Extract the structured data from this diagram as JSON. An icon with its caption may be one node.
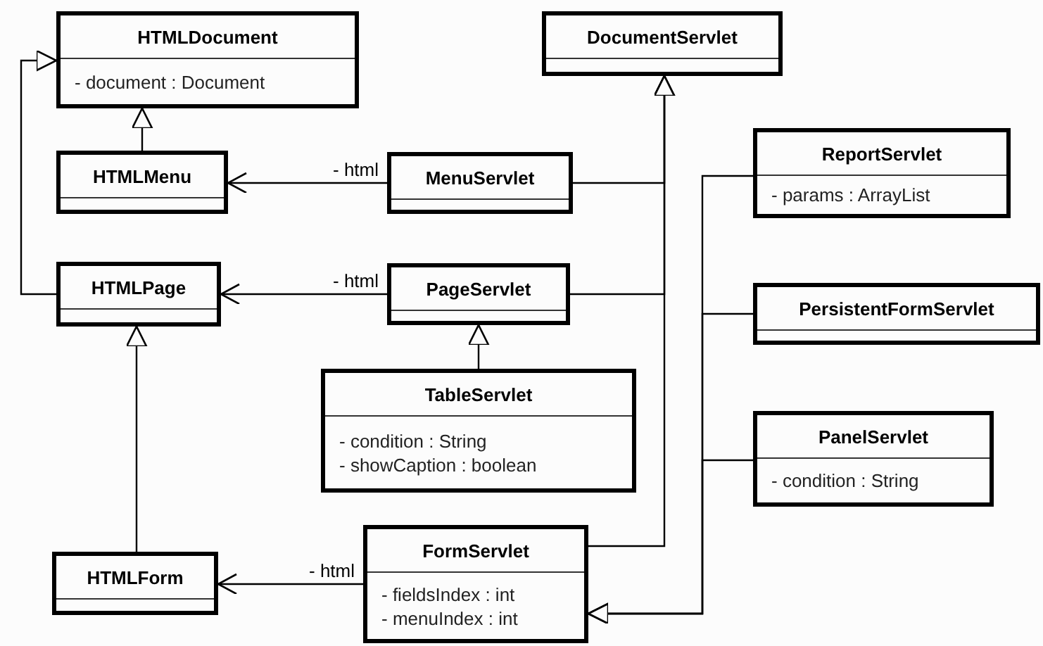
{
  "diagram": {
    "nodes": [
      {
        "text": [
          "HTMLDocument",
          "- document : Document"
        ]
      },
      {
        "text": [
          "DocumentServlet"
        ]
      },
      {
        "text": [
          "HTMLMenu"
        ]
      },
      {
        "text": [
          "MenuServlet"
        ]
      },
      {
        "text": [
          "ReportServlet",
          "- params : ArrayList"
        ]
      },
      {
        "text": [
          "HTMLPage"
        ]
      },
      {
        "text": [
          "PageServlet"
        ]
      },
      {
        "text": [
          "PersistentFormServlet"
        ]
      },
      {
        "text": [
          "TableServlet",
          "- condition : String",
          "- showCaption : boolean"
        ]
      },
      {
        "text": [
          "PanelServlet",
          "- condition : String"
        ]
      },
      {
        "text": [
          "HTMLForm"
        ]
      },
      {
        "text": [
          "FormServlet",
          "- fieldsIndex : int",
          "- menuIndex : int"
        ]
      }
    ],
    "edges": [
      {
        "from": 2,
        "to": 0,
        "arrow": "to"
      },
      {
        "from": 5,
        "to": 0,
        "arrow": "to"
      },
      {
        "from": 3,
        "to": 2,
        "arrow": "to",
        "label": "- html"
      },
      {
        "from": 6,
        "to": 5,
        "arrow": "to",
        "label": "- html"
      },
      {
        "from": 10,
        "to": 5,
        "arrow": "to"
      },
      {
        "from": 8,
        "to": 6,
        "arrow": "to"
      },
      {
        "from": 11,
        "to": 10,
        "arrow": "to",
        "label": "- html"
      },
      {
        "from": 3,
        "to": 1,
        "arrow": "to"
      },
      {
        "from": 6,
        "to": 1,
        "arrow": "to"
      },
      {
        "from": 11,
        "to": 1,
        "arrow": "to"
      },
      {
        "from": 4,
        "to": 11,
        "arrow": "to"
      },
      {
        "from": 7,
        "to": 11,
        "arrow": "to"
      },
      {
        "from": 9,
        "to": 11,
        "arrow": "to"
      }
    ]
  }
}
